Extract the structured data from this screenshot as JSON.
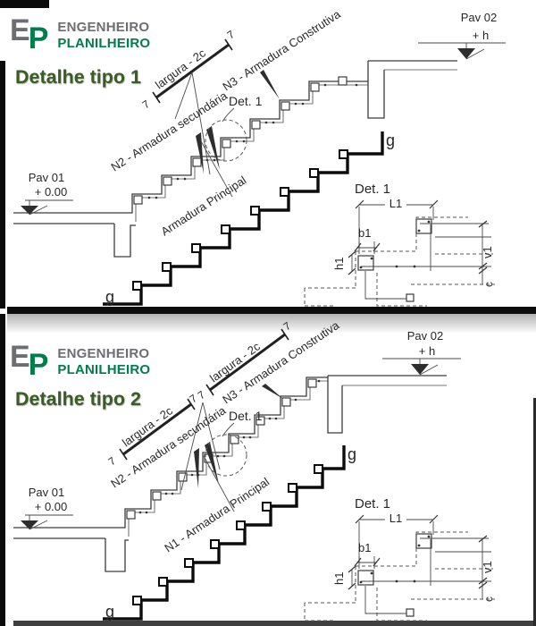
{
  "brand": {
    "e": "E",
    "p": "P",
    "name1": "ENGENHEIRO",
    "name2": "PLANILHEIRO"
  },
  "p1": {
    "title": "Detalhe tipo 1",
    "largura": "largura - 2c",
    "seven": "7",
    "n3": "N3 - Armadura Construtiva",
    "n2": "N2 - Armadura secundária",
    "principal": "Armadura Principal",
    "det": "Det. 1",
    "pav01a": "Pav 01",
    "pav01b": "+ 0.00",
    "pav02a": "Pav 02",
    "pav02b": "+ h",
    "g": "g",
    "L1": "L1",
    "b1": "b1",
    "h1": "h1",
    "v1": "v1",
    "c": "c"
  },
  "p2": {
    "title": "Detalhe tipo 2",
    "largura": "largura - 2c",
    "seven": "7",
    "n3": "N3 - Armadura Construtiva",
    "n2": "N2 - Armadura secundária",
    "principal": "N1 - Armadura Principal",
    "det": "Det. 1",
    "pav01a": "Pav 01",
    "pav01b": "+ 0.00",
    "pav02a": "Pav 02",
    "pav02b": "+ h",
    "g": "g",
    "L1": "L1",
    "b1": "b1",
    "h1": "h1",
    "v1": "v1",
    "c": "c"
  }
}
